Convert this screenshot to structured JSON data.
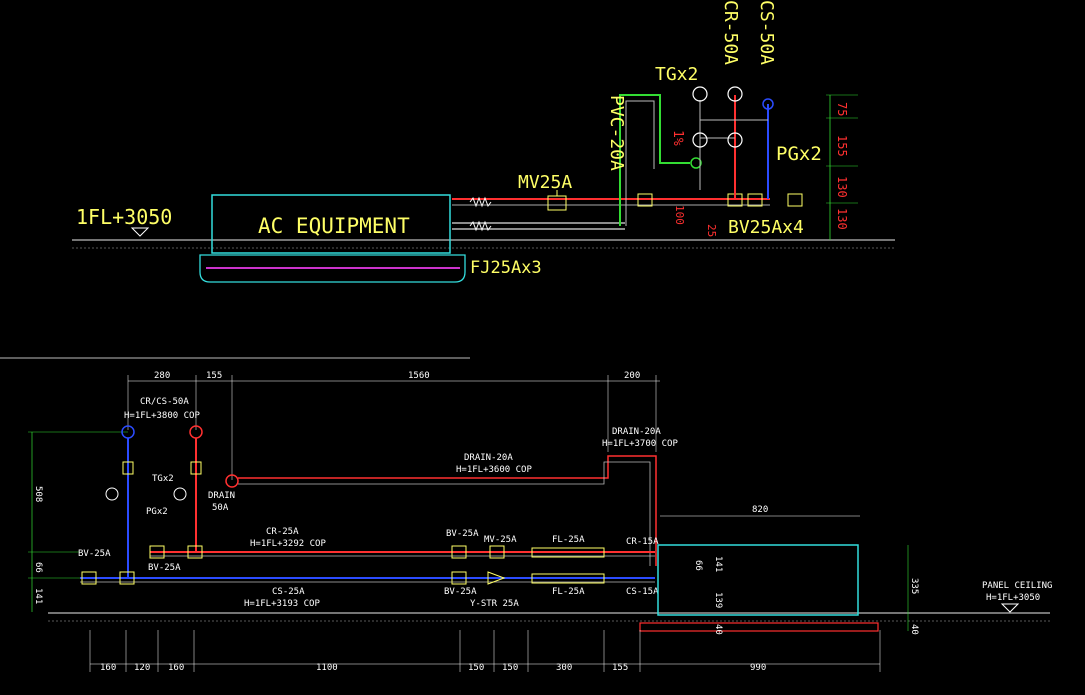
{
  "top": {
    "equipment": "AC EQUIPMENT",
    "level": "1FL+3050",
    "fj": "FJ25Ax3",
    "mv": "MV25A",
    "pvc": "PVC-20A",
    "tg": "TGx2",
    "crs": "CR-50A",
    "css": "CS-50A",
    "pg": "PGx2",
    "bv": "BV25Ax4",
    "slope": "1%",
    "dim100": "100",
    "dim75": "75",
    "dim25": "25",
    "dim155": "155",
    "dim130a": "130",
    "dim130b": "130"
  },
  "bottom": {
    "dims_top": [
      "280",
      "155",
      "1560",
      "200"
    ],
    "dims_bottom": [
      "160",
      "120",
      "160",
      "1100",
      "150",
      "150",
      "300",
      "155",
      "990"
    ],
    "dim_right_820": "820",
    "dim_335": "335",
    "dim_508": "508",
    "dim_66a": "66",
    "dim_141": "141",
    "dim_66b": "66",
    "dim_141b": "141",
    "dim_139": "139",
    "dim_40a": "40",
    "dim_40b": "40",
    "crcs": "CR/CS-50A",
    "crcs_h": "H=1FL+3800 COP",
    "tg": "TGx2",
    "pg": "PGx2",
    "bv_l1": "BV-25A",
    "bv_l2": "BV-25A",
    "drain_l1": "DRAIN",
    "drain_l2": "50A",
    "drain_mid": "DRAIN-20A",
    "drain_mid_h": "H=1FL+3600 COP",
    "drain_top": "DRAIN-20A",
    "drain_top_h": "H=1FL+3700 COP",
    "cr": "CR-25A",
    "cr_h": "H=1FL+3292 COP",
    "cs": "CS-25A",
    "cs_h": "H=1FL+3193 COP",
    "bv_r1": "BV-25A",
    "bv_r2": "BV-25A",
    "mv": "MV-25A",
    "fl1": "FL-25A",
    "fl2": "FL-25A",
    "ystr": "Y-STR 25A",
    "cr15": "CR-15A",
    "cs15": "CS-15A",
    "panel": "PANEL CEILING",
    "panel_h": "H=1FL+3050"
  },
  "colors": {
    "bg": "#000000",
    "text": "#ffff66",
    "dim": "#ffffff",
    "hot": "#ff3030",
    "cold": "#2b4cff",
    "pvc": "#33dd33",
    "gray": "#bbbbbb",
    "cyan": "#33dddd",
    "magenta": "#cc33cc"
  }
}
